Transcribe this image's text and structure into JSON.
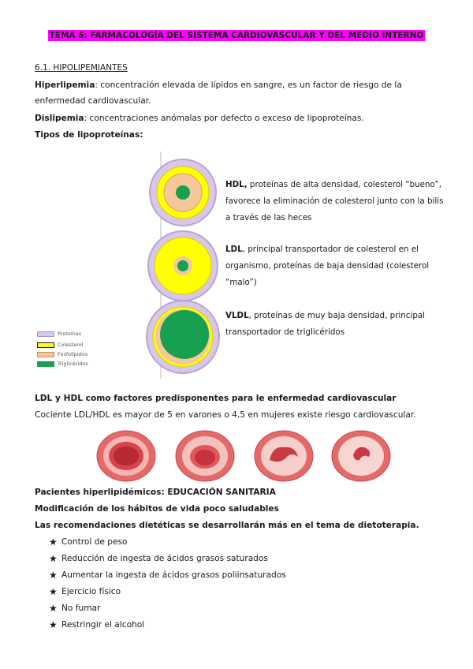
{
  "title": "TEMA 6: FARMACOLOGÍA DEL SISTEMA CARDIOVASCULAR Y DEL MEDIO INTERNO",
  "section": "6.1. HIPOLIPEMIANTES",
  "hiperlipemia": {
    "term": "Hiperlipemia",
    "text": ": concentración elevada de lípidos en sangre, es un factor de riesgo de la enfermedad cardiovascular."
  },
  "dislipemia": {
    "term": "Dislipemia",
    "text": ": concentraciones anómalas por defecto o exceso de lipoproteínas."
  },
  "tipos_heading": "Tipos de lipoproteínas:",
  "lipoproteins": [
    {
      "name": "HDL,",
      "desc": " proteínas de alta densidad, colesterol “bueno”, favorece la eliminación de colesterol junto con la bilis a través de las heces"
    },
    {
      "name": "LDL",
      "desc": ", principal transportador de colesterol en el organismo, proteínas de baja densidad (colesterol “malo”)"
    },
    {
      "name": "VLDL",
      "desc": ", proteínas de muy baja densidad, principal transportador de triglicéridos"
    }
  ],
  "legend": [
    "Proteínas",
    "Colesterol",
    "Fosfolípidos",
    "Triglicéridos"
  ],
  "colors": {
    "proteinas": "#d9c7ea",
    "colesterol": "#ffff00",
    "fosfolipidos": "#f6c79a",
    "trigliceridos": "#16a04f",
    "title_highlight": "#ff00ff",
    "artery": "#e46a6a"
  },
  "ldl_hdl_heading": "LDL y HDL como factores predisponentes para le enfermedad cardiovascular",
  "cociente": "Cociente LDL/HDL es mayor de 5 en varones o 4,5 en mujeres existe riesgo cardiovascular.",
  "pacientes": "Pacientes hiperlipidémicos: EDUCACIÓN SANITARIA",
  "modificacion": "Modificación de los hábitos de vida poco saludables",
  "recomendaciones": "Las recomendaciones dietéticas se desarrollarán más en el tema de dietoterapia.",
  "bullets": [
    "Control de peso",
    "Reducción de ingesta de ácidos grasos saturados",
    "Aumentar la ingesta de ácidos grasos poliinsaturados",
    "Ejercicio físico",
    "No fumar",
    "Restringir el alcohol"
  ],
  "bullet_icon": "star-icon"
}
